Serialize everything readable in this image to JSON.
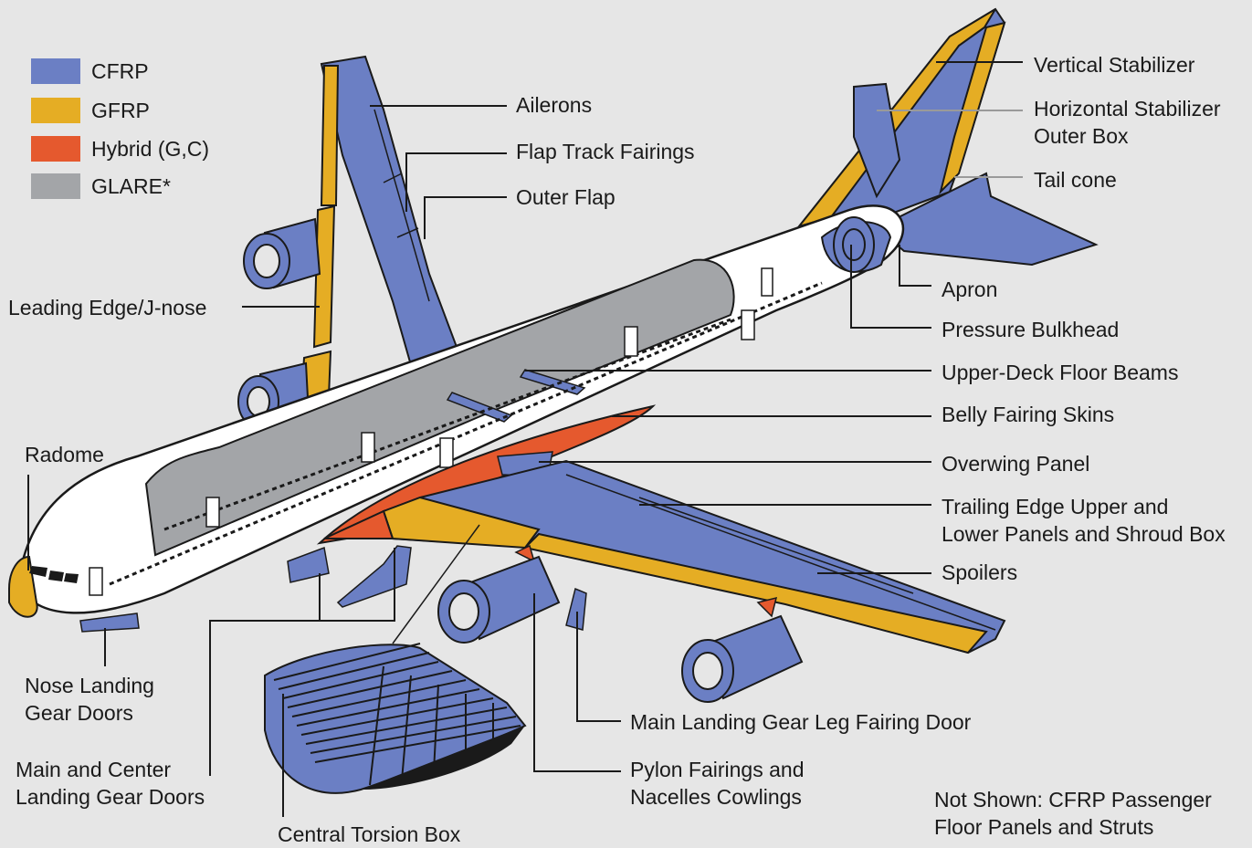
{
  "legend": [
    {
      "label": "CFRP",
      "color": "#6b7fc4"
    },
    {
      "label": "GFRP",
      "color": "#e5ad24"
    },
    {
      "label": "Hybrid (G,C)",
      "color": "#e5592e"
    },
    {
      "label": "GLARE*",
      "color": "#a3a5a8"
    }
  ],
  "labels": {
    "ailerons": "Ailerons",
    "flap_track_fairings": "Flap Track Fairings",
    "outer_flap": "Outer Flap",
    "vertical_stabilizer": "Vertical Stabilizer",
    "horizontal_stabilizer_1": "Horizontal Stabilizer",
    "horizontal_stabilizer_2": "Outer Box",
    "tail_cone": "Tail cone",
    "apron": "Apron",
    "pressure_bulkhead": "Pressure Bulkhead",
    "upper_deck_floor_beams": "Upper-Deck Floor Beams",
    "belly_fairing_skins": "Belly Fairing Skins",
    "overwing_panel": "Overwing Panel",
    "trailing_edge_1": "Trailing Edge Upper and",
    "trailing_edge_2": "Lower Panels and Shroud Box",
    "spoilers": "Spoilers",
    "leading_edge": "Leading Edge/J-nose",
    "radome": "Radome",
    "nose_landing_gear_1": "Nose Landing",
    "nose_landing_gear_2": "Gear Doors",
    "main_center_gear_1": "Main and Center",
    "main_center_gear_2": "Landing Gear Doors",
    "central_torsion_box": "Central Torsion Box",
    "main_gear_leg_fairing": "Main Landing Gear Leg Fairing Door",
    "pylon_fairings_1": "Pylon Fairings and",
    "pylon_fairings_2": "Nacelles Cowlings",
    "not_shown_1": "Not Shown: CFRP Passenger",
    "not_shown_2": "Floor Panels and Struts"
  }
}
